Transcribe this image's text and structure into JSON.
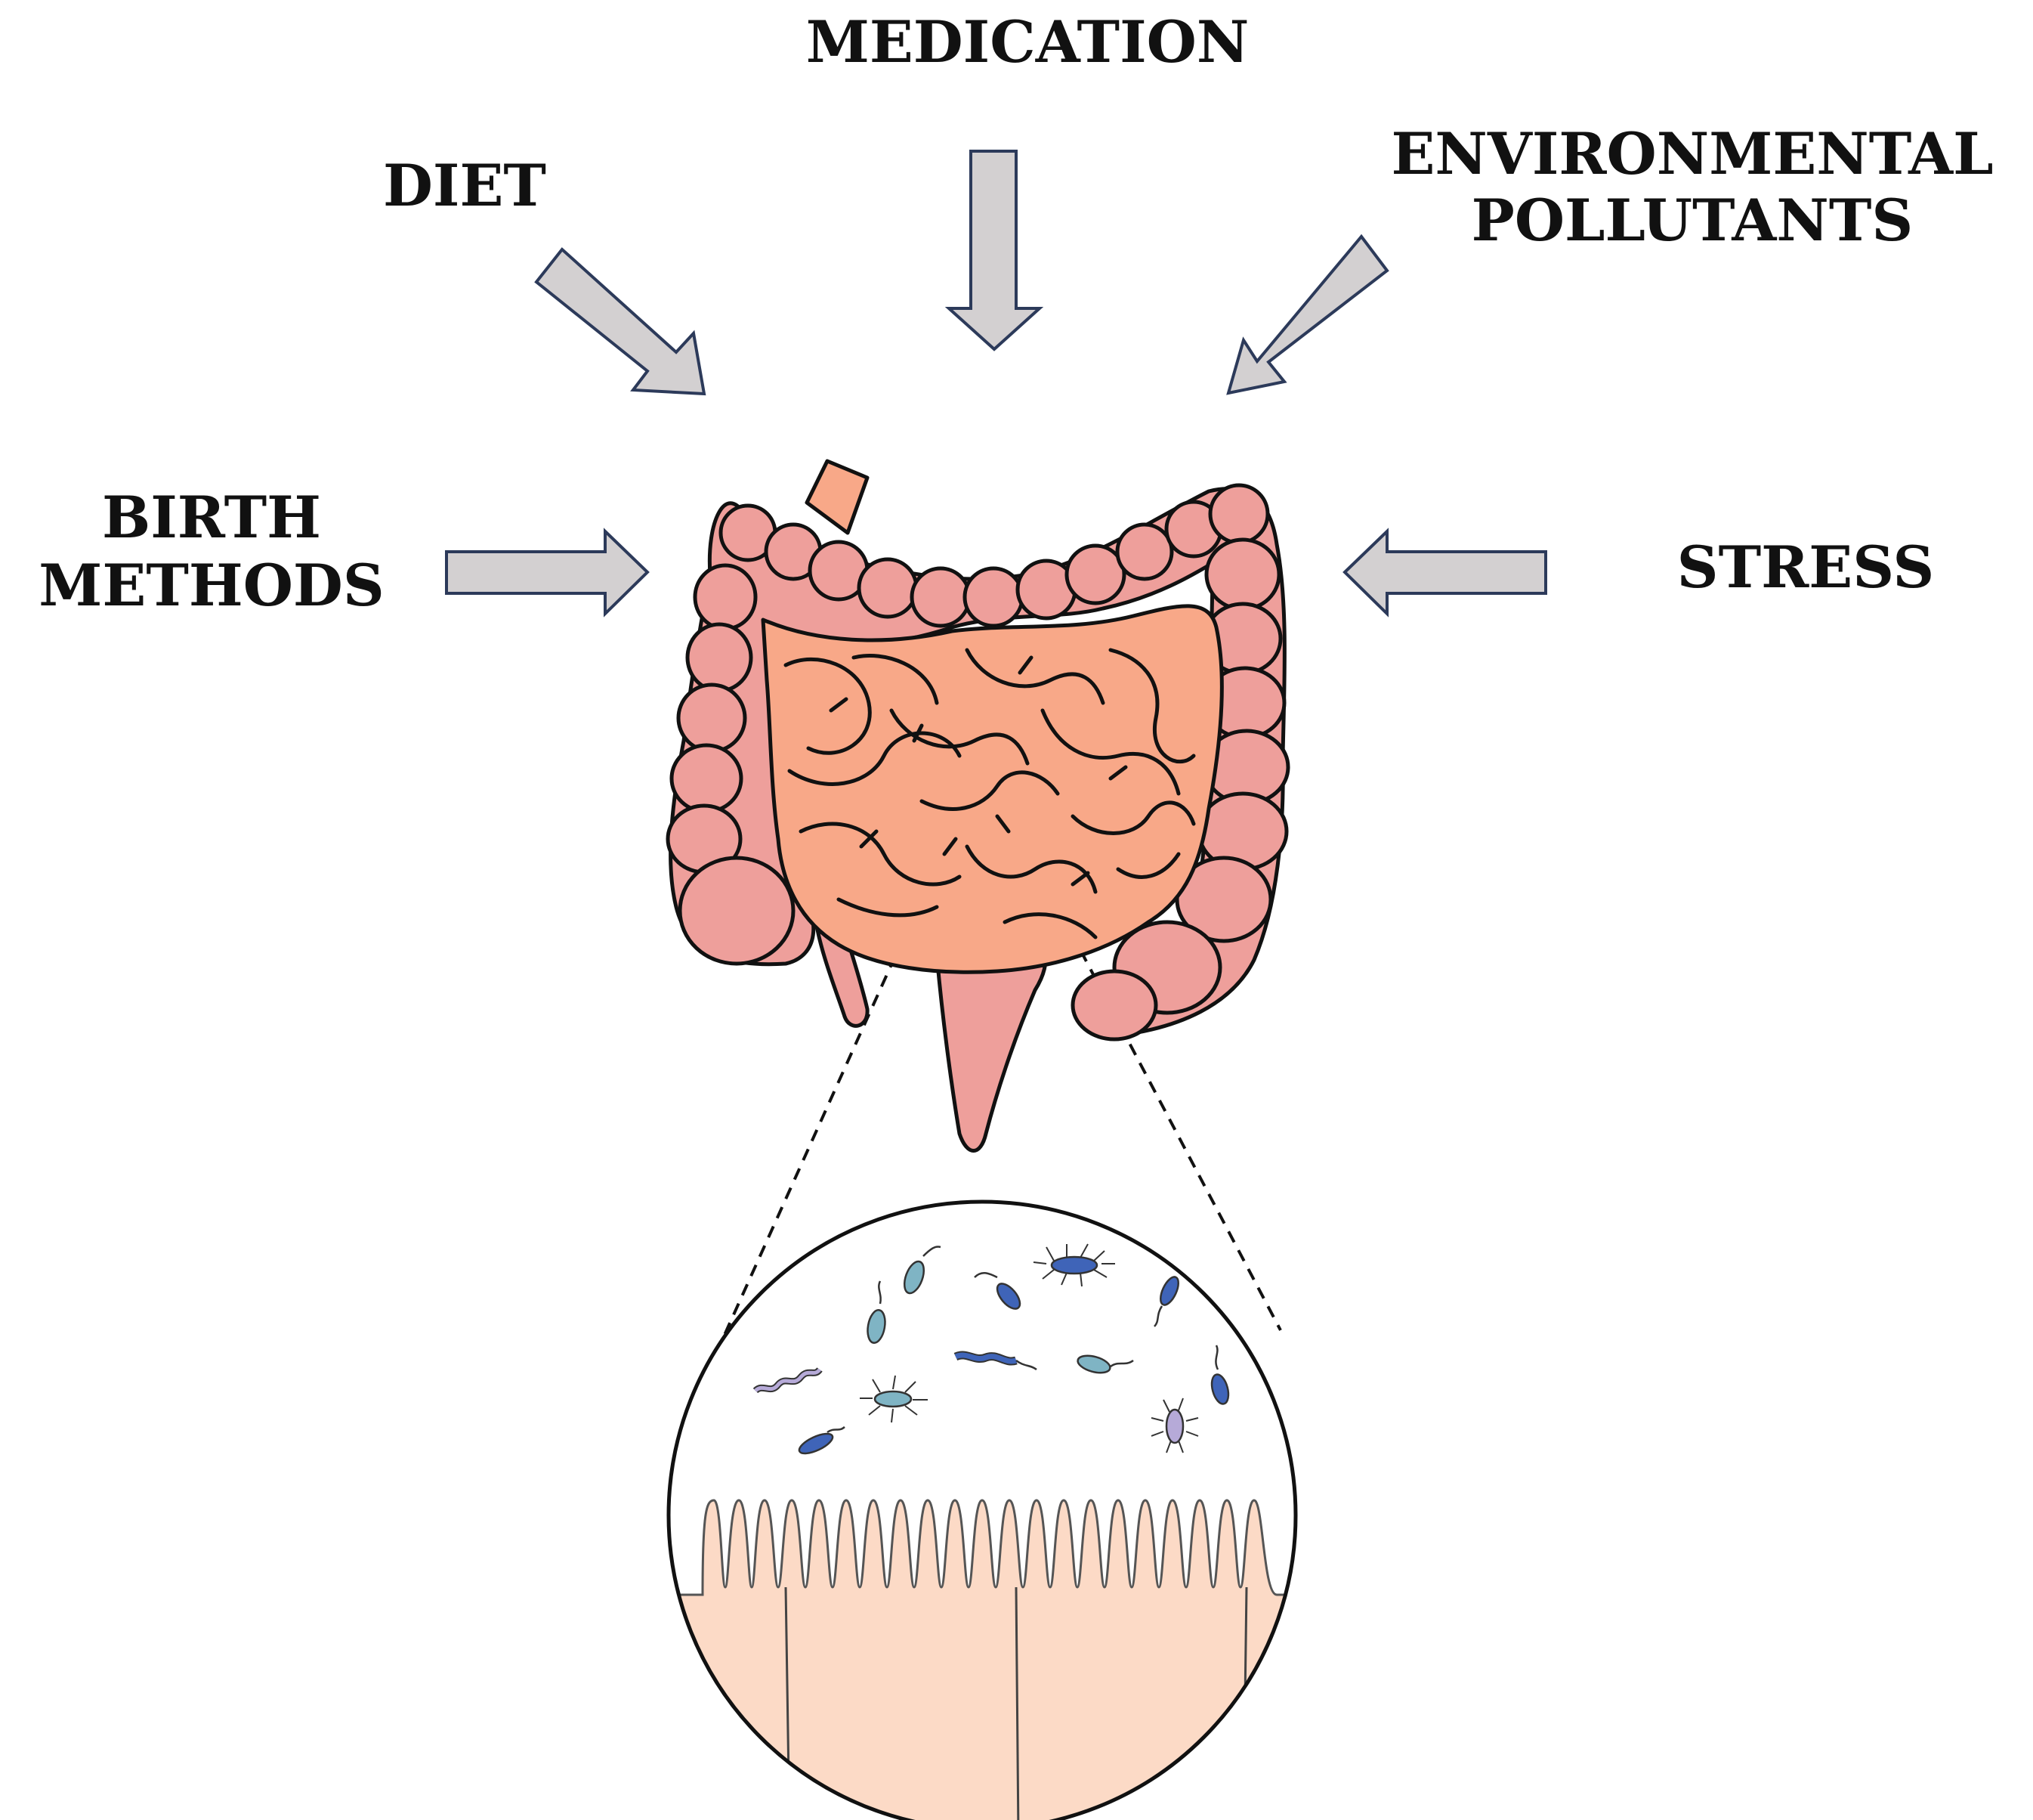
{
  "factors": {
    "medication": "MEDICATION",
    "diet": "DIET",
    "environmental_line1": "ENVIRONMENTAL",
    "environmental_line2": "POLLUTANTS",
    "birth_line1": "BIRTH",
    "birth_line2": "METHODS",
    "stress": "STRESS"
  },
  "colors": {
    "arrow_fill": "#d3d0d1",
    "arrow_stroke": "#2c3a5a",
    "colon_fill": "#ee9f9b",
    "small_intestine_fill": "#f8a888",
    "tissue_fill": "#fcdac6",
    "outline": "#111111",
    "microbe_blue": "#3f64b8",
    "microbe_teal": "#7fb4c4",
    "microbe_lavender": "#b6aad8"
  },
  "icons": {
    "intestine": "intestine-icon",
    "microbes": "bacteria-icon",
    "villi": "intestinal-villi"
  }
}
